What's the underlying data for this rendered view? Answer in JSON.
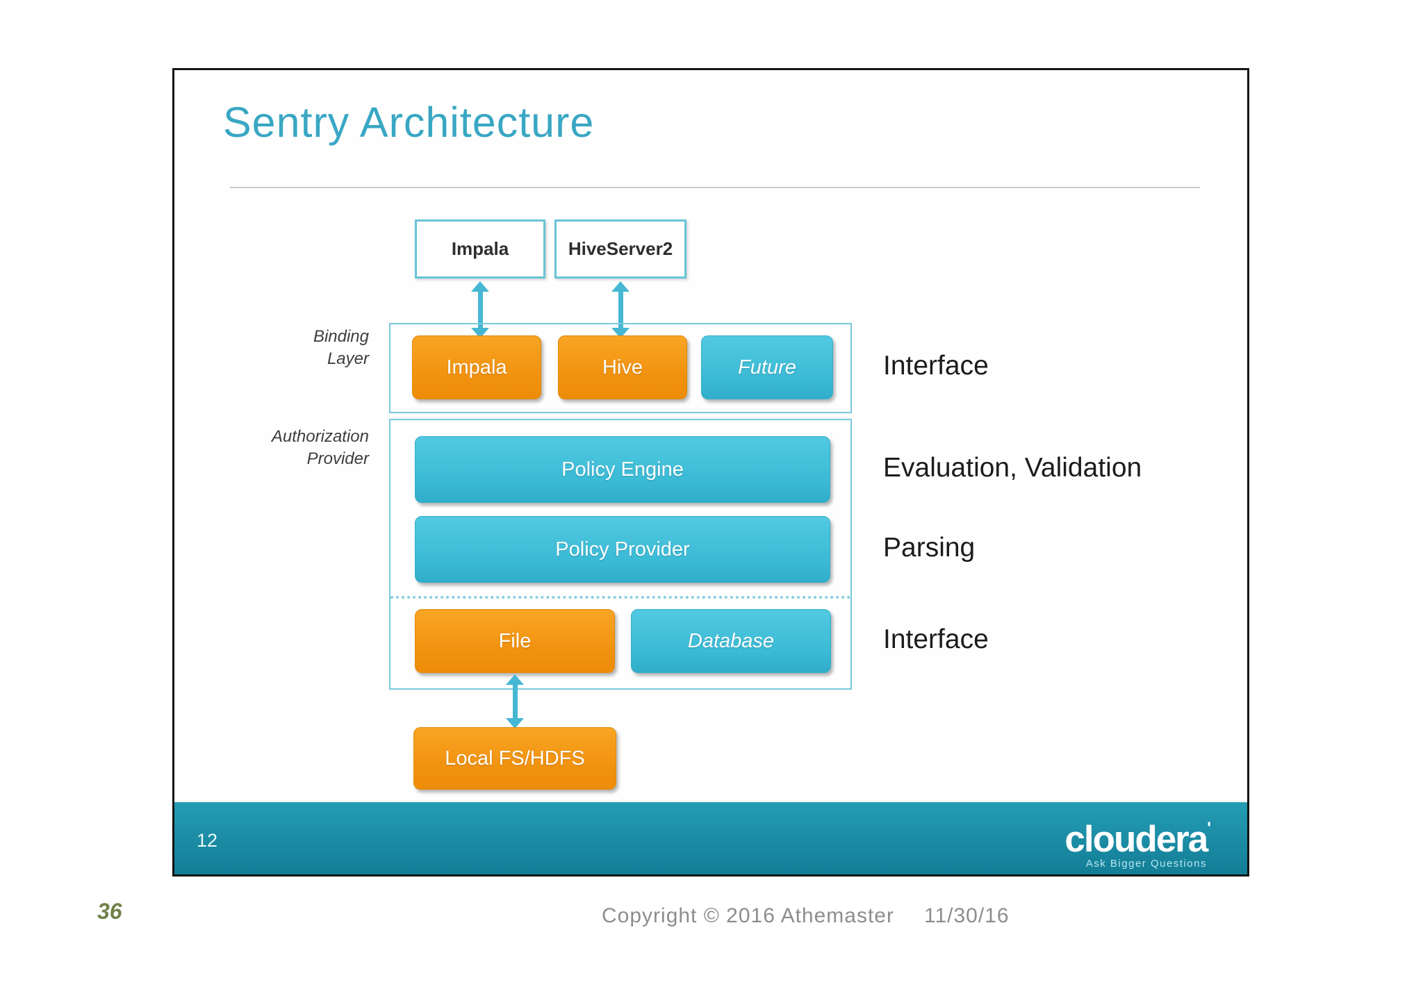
{
  "slide": {
    "title": "Sentry Architecture",
    "footer": {
      "page_number": "12",
      "logo_text": "cloudera",
      "logo_mark": "'",
      "logo_tagline": "Ask Bigger Questions"
    }
  },
  "diagram": {
    "top_boxes": [
      {
        "label": "Impala"
      },
      {
        "label": "HiveServer2"
      }
    ],
    "left_labels": [
      {
        "line1": "Binding",
        "line2": "Layer"
      },
      {
        "line1": "Authorization",
        "line2": "Provider"
      }
    ],
    "binding_row": [
      {
        "label": "Impala"
      },
      {
        "label": "Hive"
      },
      {
        "label": "Future"
      }
    ],
    "policy_engine": "Policy Engine",
    "policy_provider": "Policy Provider",
    "storage_row": [
      {
        "label": "File"
      },
      {
        "label": "Database"
      }
    ],
    "local_fs": "Local FS/HDFS",
    "right_labels": [
      "Interface",
      "Evaluation, Validation",
      "Parsing",
      "Interface"
    ]
  },
  "page_footer": {
    "slide_counter": "36",
    "copyright": "Copyright © 2016 Athemaster",
    "date": "11/30/16"
  },
  "colors": {
    "title-teal": "#39a7c3",
    "box-border-teal": "#68c4d7",
    "container-teal": "#79c9db",
    "orange": "#f29310",
    "orange-light": "#f8a524",
    "blue": "#3cbbd6",
    "blue-light": "#52c9e1",
    "arrow": "#45b7d3",
    "footer-top": "#249db3",
    "footer-bottom": "#137d96",
    "page-num-olive": "#72814a",
    "copyright-gray": "#8d8d8d"
  }
}
